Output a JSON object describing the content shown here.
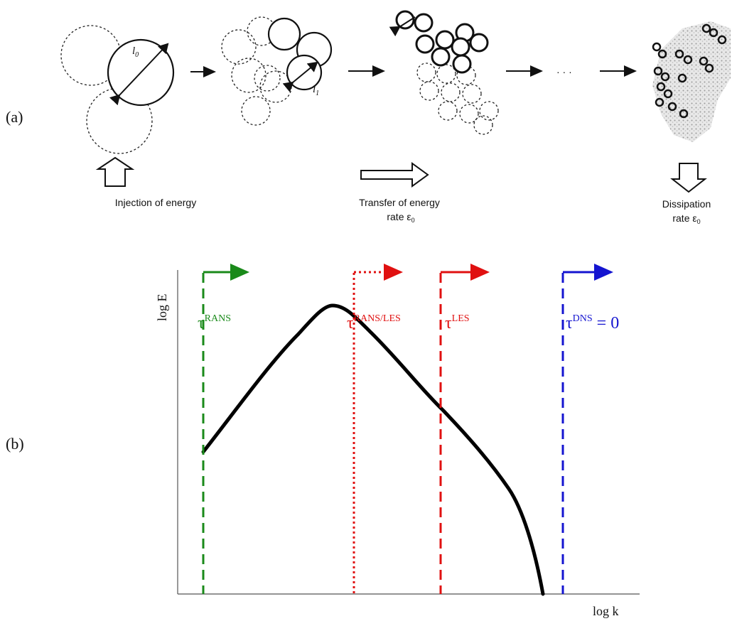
{
  "panels": {
    "a": "(a)",
    "b": "(b)"
  },
  "panel_a": {
    "eddy_label_large": "l",
    "eddy_label_large_sub": "0",
    "eddy_label_mid": "l",
    "eddy_label_mid_sub": "1",
    "ellipsis": "· · ·",
    "injection_label": "Injection of energy",
    "transfer_label_line1": "Transfer of energy",
    "transfer_label_line2": "rate ε",
    "transfer_label_sub": "0",
    "dissipation_label_line1": "Dissipation",
    "dissipation_label_line2": "rate ε",
    "dissipation_label_sub": "0"
  },
  "panel_b": {
    "ylabel": "log E",
    "xlabel": "log k",
    "cutoffs": [
      {
        "name": "RANS",
        "tau": "τ",
        "sup": "RANS",
        "suffix": "",
        "color": "#1a8a1a",
        "style": "dashed"
      },
      {
        "name": "RANS/LES",
        "tau": "τ",
        "sup": "RANS/LES",
        "suffix": "",
        "color": "#e01010",
        "style": "dotted"
      },
      {
        "name": "LES",
        "tau": "τ",
        "sup": "LES",
        "suffix": "",
        "color": "#e01010",
        "style": "dashed"
      },
      {
        "name": "DNS",
        "tau": "τ",
        "sup": "DNS",
        "suffix": " = 0",
        "color": "#1414d0",
        "style": "dashed"
      }
    ],
    "curve_color": "#000000"
  }
}
